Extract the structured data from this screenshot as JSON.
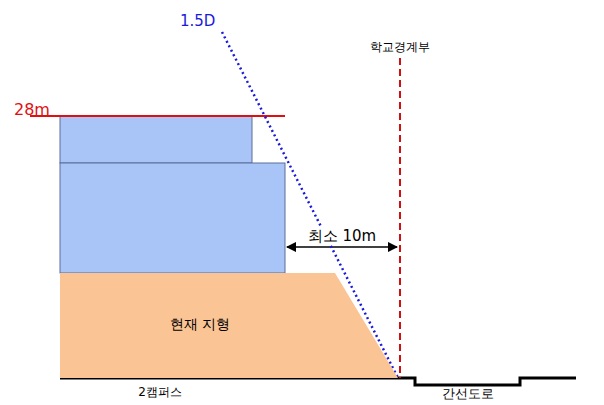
{
  "diagram": {
    "nodes": [
      {
        "text": [
          "현재 지형"
        ]
      }
    ],
    "labels": [
      "28m",
      "1.5D",
      "학교경계부",
      "최소 10m",
      "2캠퍼스",
      "간선도로"
    ]
  }
}
